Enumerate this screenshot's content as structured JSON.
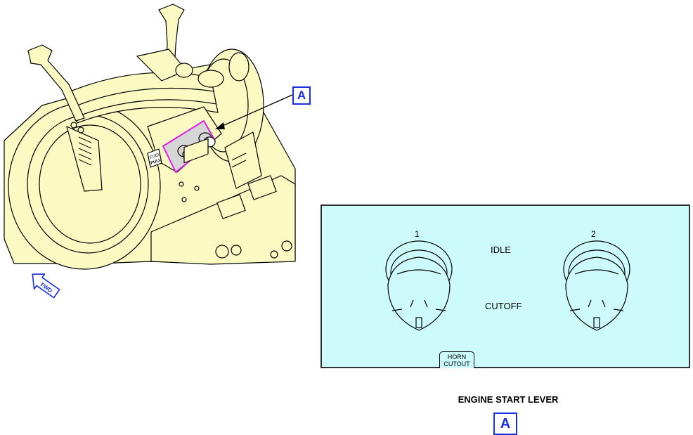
{
  "callouts": {
    "top": "A",
    "bottom": "A"
  },
  "caption": "ENGINE START LEVER",
  "panel": {
    "idle": "IDLE",
    "cutoff": "CUTOFF",
    "lever_numbers": [
      "1",
      "2"
    ],
    "horn_cutout": [
      "HORN",
      "CUTOUT"
    ]
  },
  "pedestal_label": [
    "FUEL",
    "PULL"
  ],
  "fwd_arrow": "FWD",
  "colors": {
    "pedestal_fill": "#fafac2",
    "panel_fill": "#cdfbfb",
    "highlight": "#e020e0",
    "callout": "#1a2fe0"
  }
}
